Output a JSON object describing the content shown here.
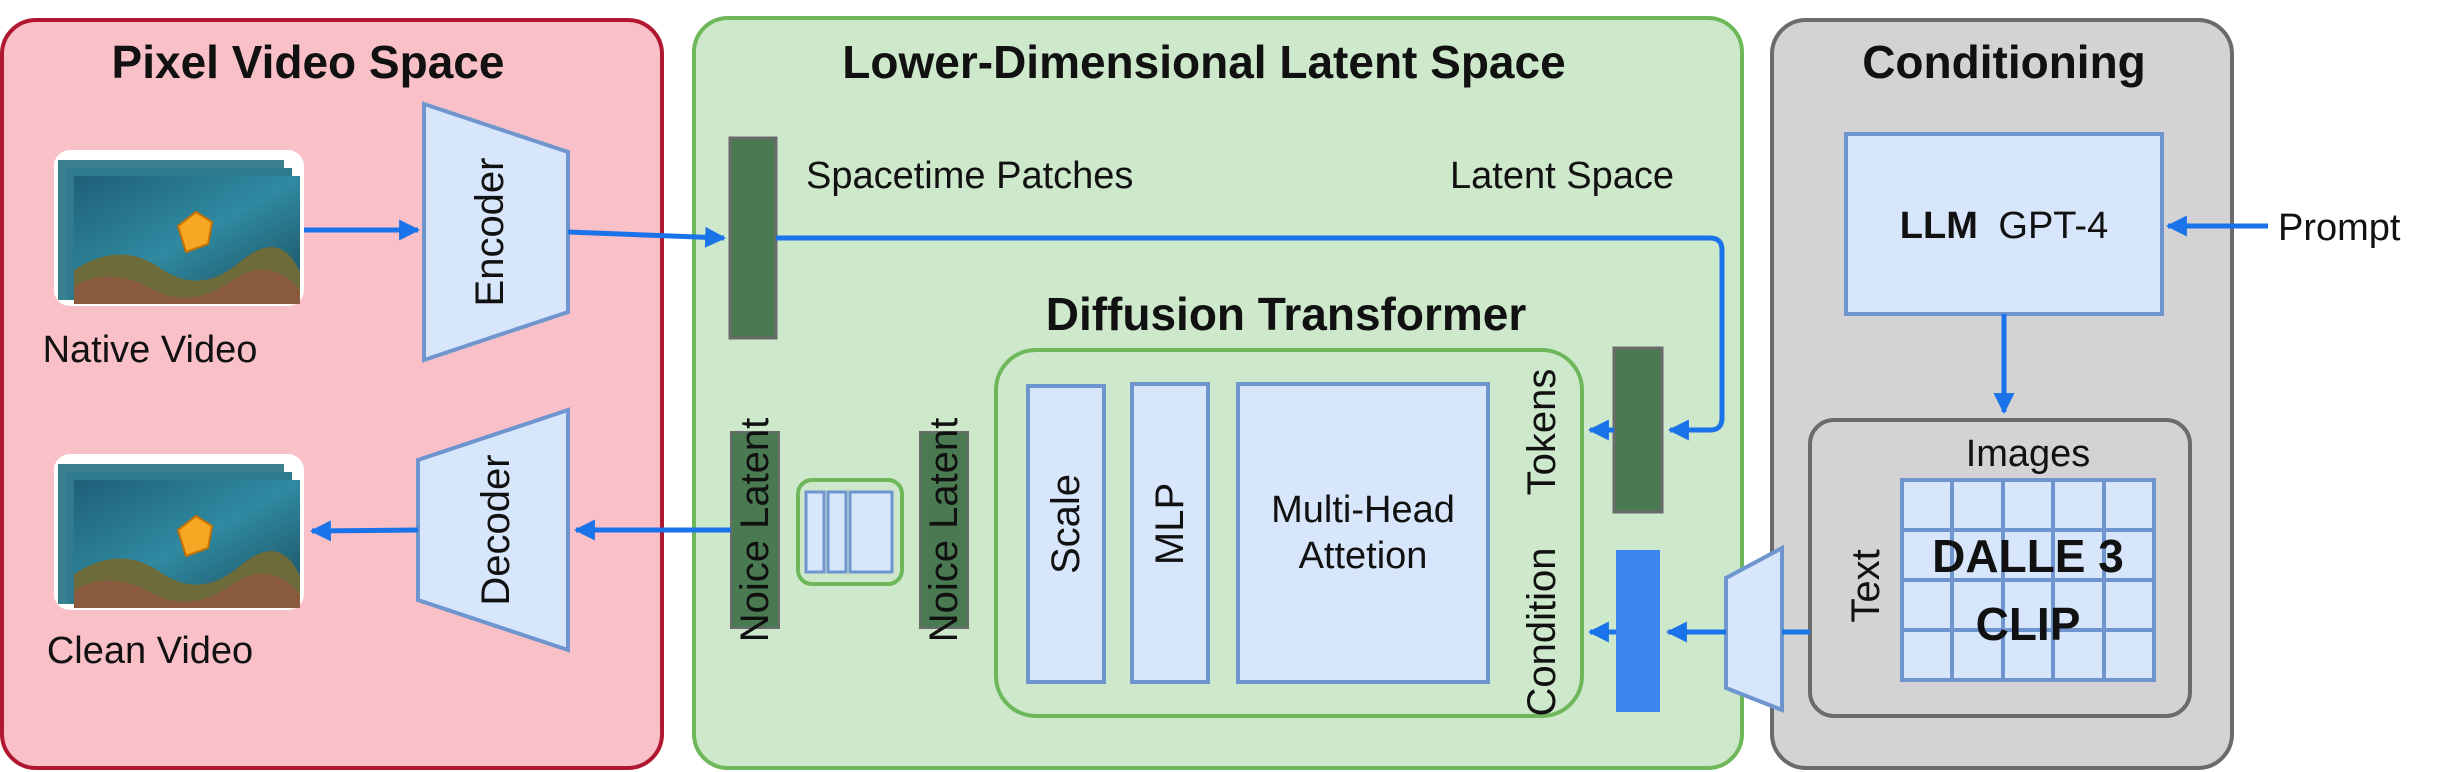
{
  "panels": {
    "pixel": {
      "title": "Pixel Video Space",
      "fill": "#f9c0c8",
      "stroke": "#b01730"
    },
    "latent": {
      "title": "Lower-Dimensional Latent Space",
      "fill": "#cde8cb",
      "stroke": "#6fb75b"
    },
    "conditioning": {
      "title": "Conditioning",
      "fill": "#d3d3d3",
      "stroke": "#6b6b6b"
    }
  },
  "pixel": {
    "native_video": "Native Video",
    "clean_video": "Clean Video",
    "encoder": "Encoder",
    "decoder": "Decoder"
  },
  "latent": {
    "spacetime_patches": "Spacetime Patches",
    "latent_space": "Latent Space",
    "noise_latent_left": "Noice Latent",
    "noise_latent_right": "Noice Latent",
    "dit_title": "Diffusion Transformer",
    "scale": "Scale",
    "mlp": "MLP",
    "attention_line1": "Multi-Head",
    "attention_line2": "Attetion",
    "tokens": "Tokens",
    "condition": "Condition"
  },
  "conditioning": {
    "llm_bold": "LLM",
    "llm_model": "GPT-4",
    "prompt": "Prompt",
    "images": "Images",
    "text": "Text",
    "dalle": "DALLE 3",
    "clip": "CLIP"
  },
  "colors": {
    "accent_blue": "#1a73e8",
    "box_blue": "#d7e6fb",
    "box_blue_stroke": "#6f95cf",
    "dark_green": "#4a7a52",
    "condition_blue": "#3b86ee"
  }
}
